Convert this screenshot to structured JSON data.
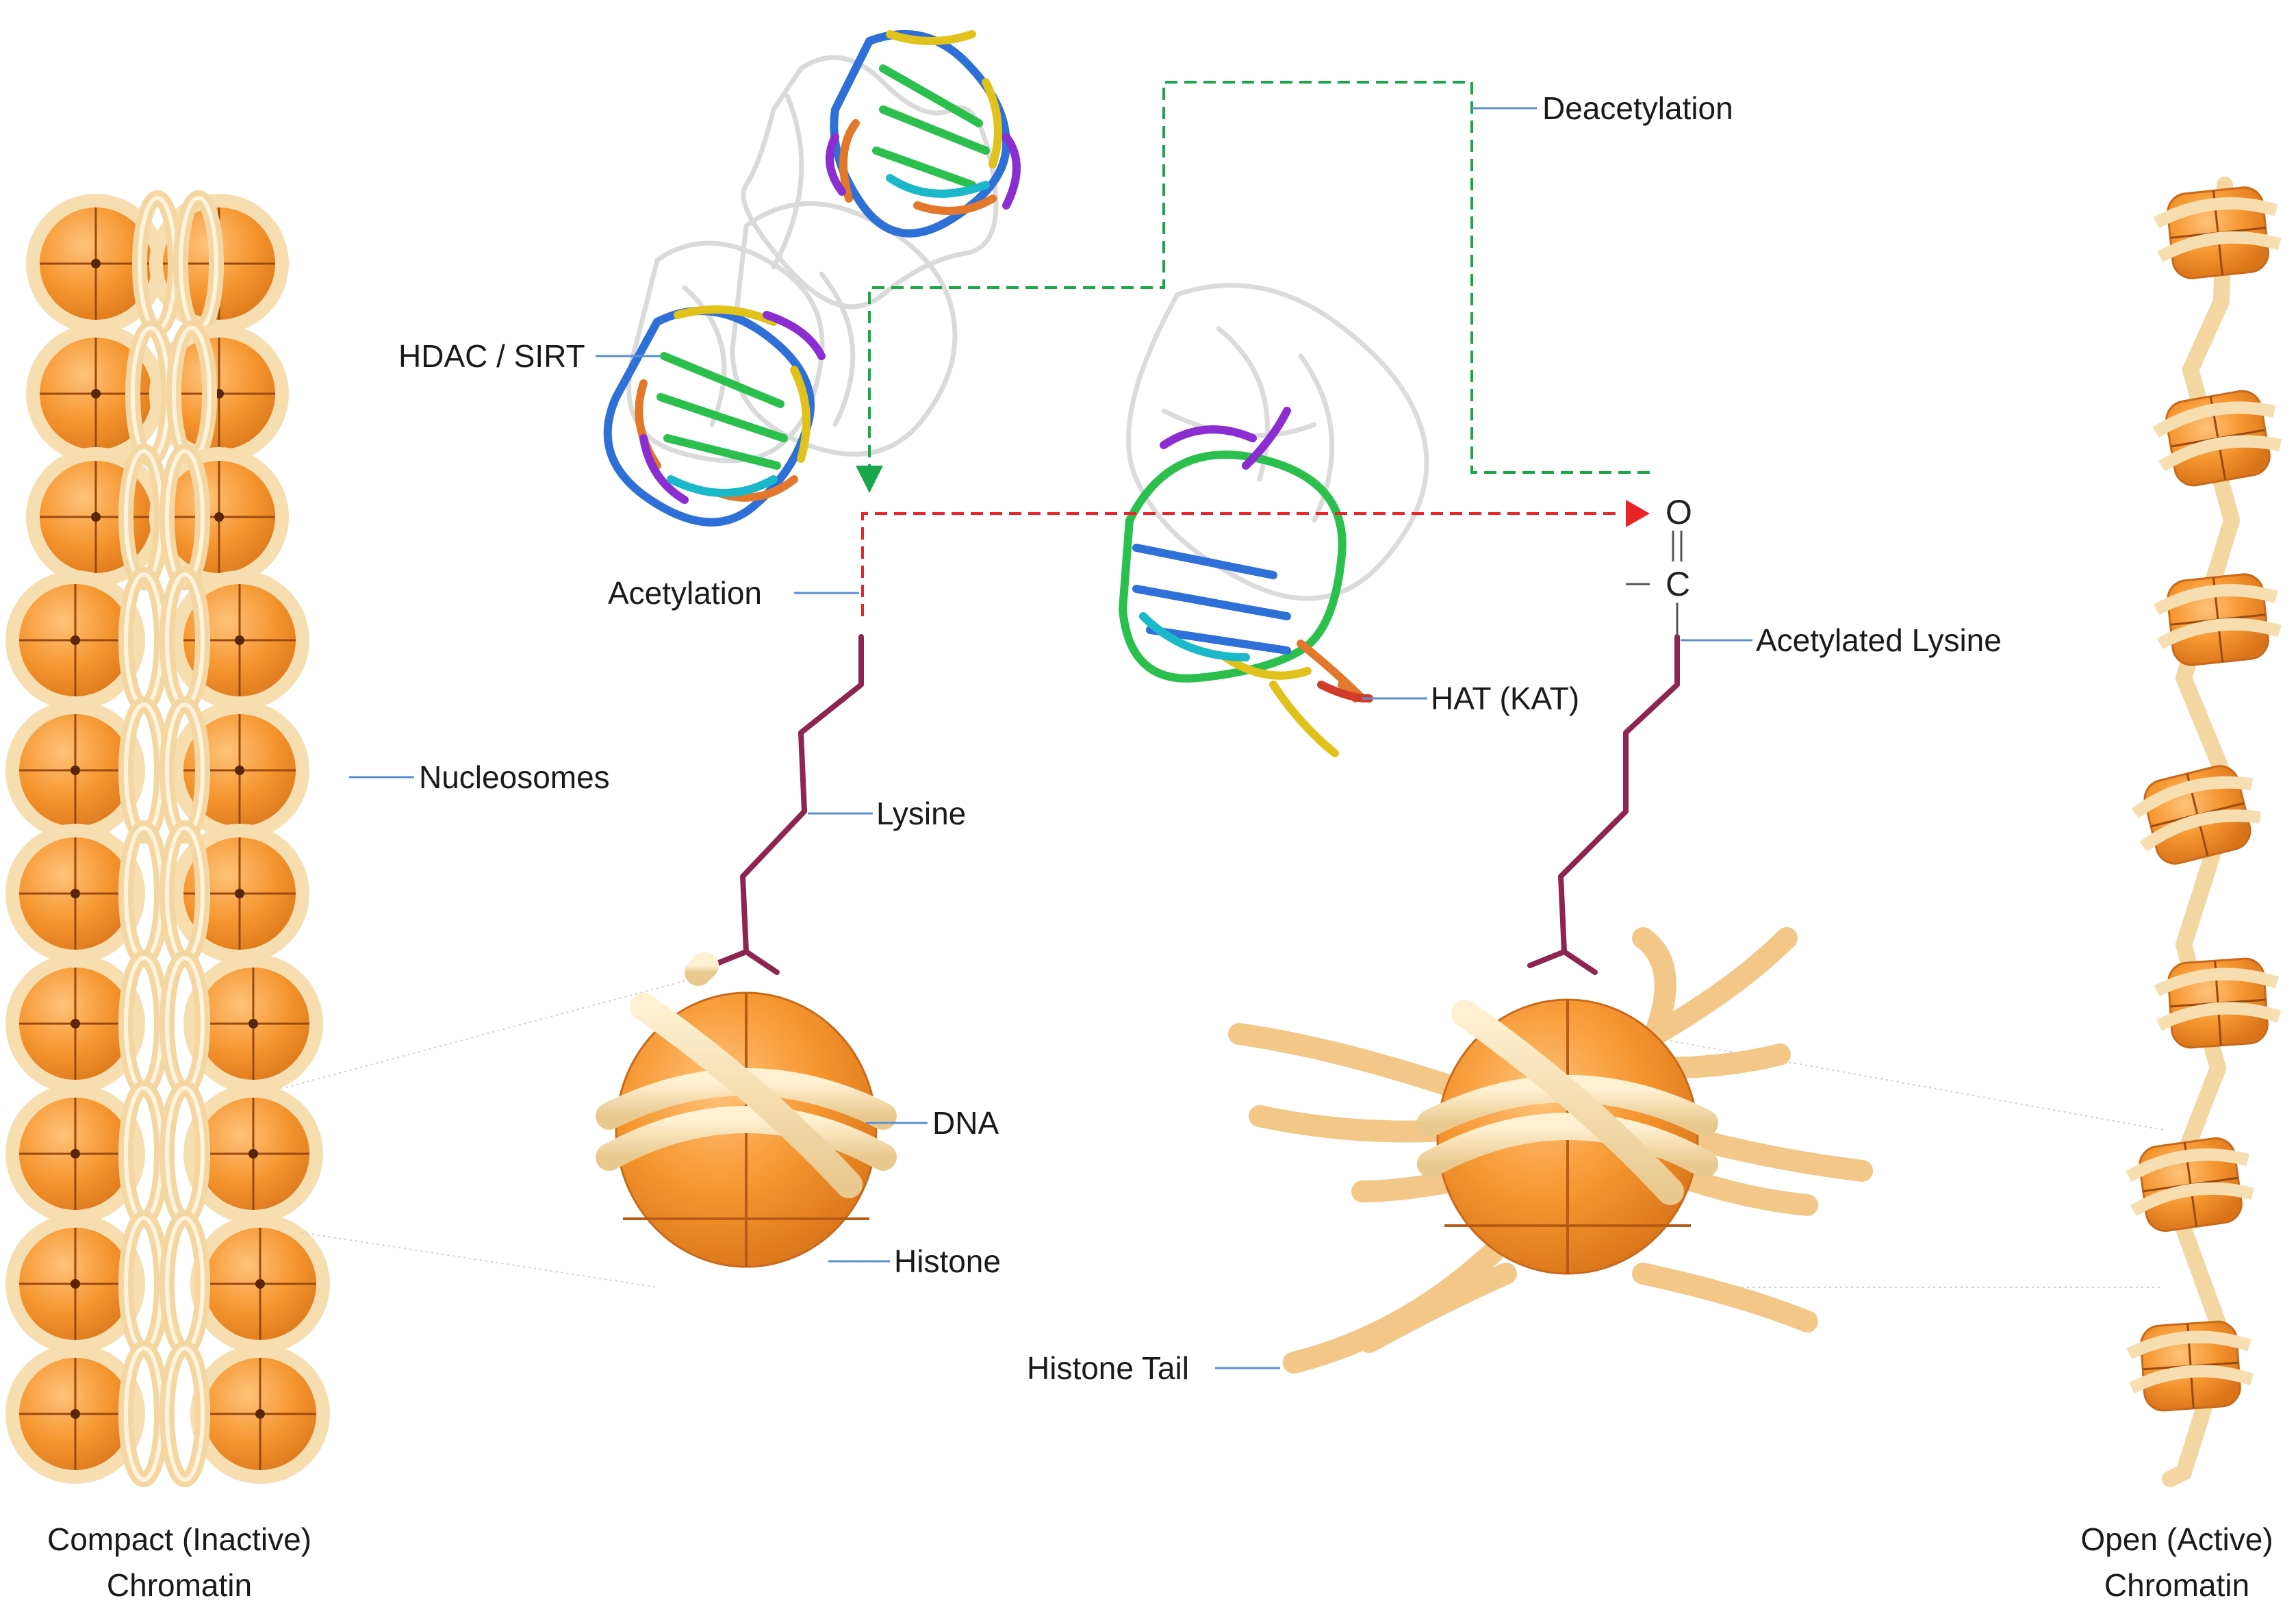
{
  "labels": {
    "deacetylation": "Deacetylation",
    "hdac": "HDAC / SIRT",
    "acetylation": "Acetylation",
    "nucleosomes": "Nucleosomes",
    "lysine": "Lysine",
    "hat": "HAT (KAT)",
    "acetylated_lysine": "Acetylated Lysine",
    "dna": "DNA",
    "histone": "Histone",
    "histone_tail": "Histone Tail"
  },
  "chem": {
    "oxygen": "O",
    "carbon": "C"
  },
  "captions": {
    "compact_line1": "Compact (Inactive)",
    "compact_line2": "Chromatin",
    "open_line1": "Open (Active)",
    "open_line2": "Chromatin"
  },
  "colors": {
    "histone_orange": "#f39a3c",
    "dna_cream": "#f6deb0",
    "lysine_chain": "#8e2450",
    "deacetylation_arrow": "#1aa64a",
    "acetylation_arrow": "#e8242a",
    "leader_line": "#5b8fd0"
  }
}
